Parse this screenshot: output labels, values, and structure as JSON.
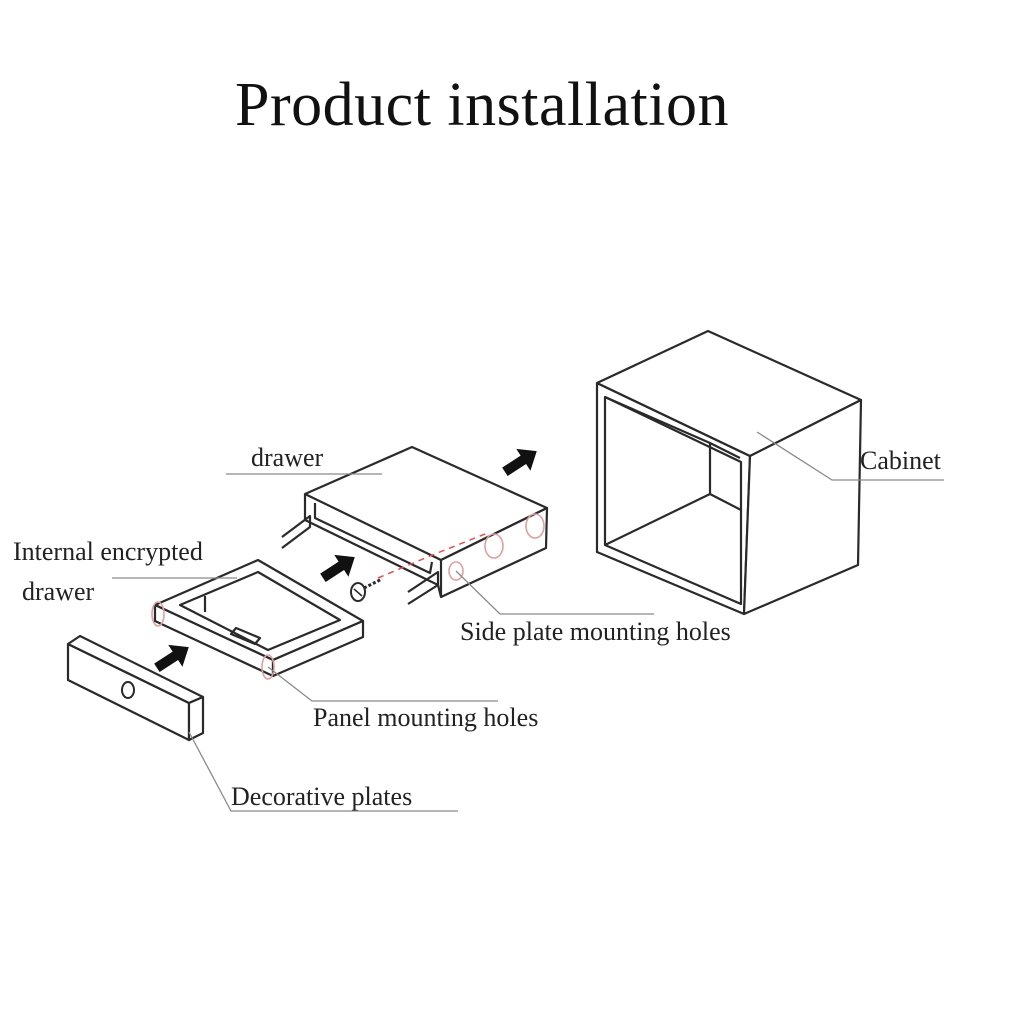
{
  "title": "Product installation",
  "labels": {
    "drawer": "drawer",
    "internal_line1": "Internal encrypted",
    "internal_line2": "drawer",
    "cabinet": "Cabinet",
    "side_holes": "Side plate mounting holes",
    "panel_holes": "Panel mounting holes",
    "decorative": "Decorative plates"
  },
  "colors": {
    "line": "#2a2a2a",
    "leader": "#8a8a8a",
    "hole_marks": "#e0a0a0",
    "guide_dash": "#e05050"
  }
}
